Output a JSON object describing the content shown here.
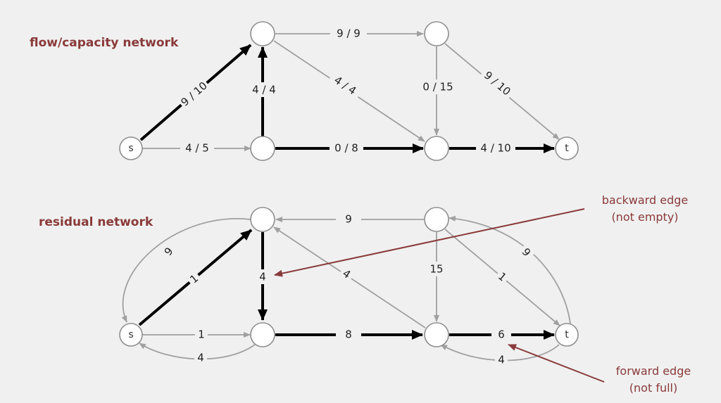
{
  "top": {
    "title": "flow/capacity network",
    "labels": {
      "s_a": "9 / 10",
      "s_b": "4 / 5",
      "b_a": "4 / 4",
      "a_c": "9 / 9",
      "a_d": "4 / 4",
      "b_d": "0 / 8",
      "c_d": "0 / 15",
      "c_t": "9 / 10",
      "d_t": "4 / 10"
    }
  },
  "bottom": {
    "title": "residual network",
    "labels": {
      "a_s": "9",
      "s_a": "1",
      "s_b": "1",
      "b_s": "4",
      "a_b": "4",
      "c_a": "9",
      "d_a": "4",
      "b_d": "8",
      "c_d": "15",
      "c_t": "1",
      "t_c": "9",
      "d_t": "6",
      "t_d": "4"
    }
  },
  "nodes": {
    "source": "s",
    "sink": "t"
  },
  "annotations": {
    "backward": {
      "line1": "backward edge",
      "line2": "(not empty)"
    },
    "forward": {
      "line1": "forward edge",
      "line2": "(not full)"
    }
  },
  "colors": {
    "background": "#f0f0f0",
    "annotation": "#8a3a3a",
    "flow_edge": "#000000",
    "plain_edge": "#a0a0a0"
  }
}
